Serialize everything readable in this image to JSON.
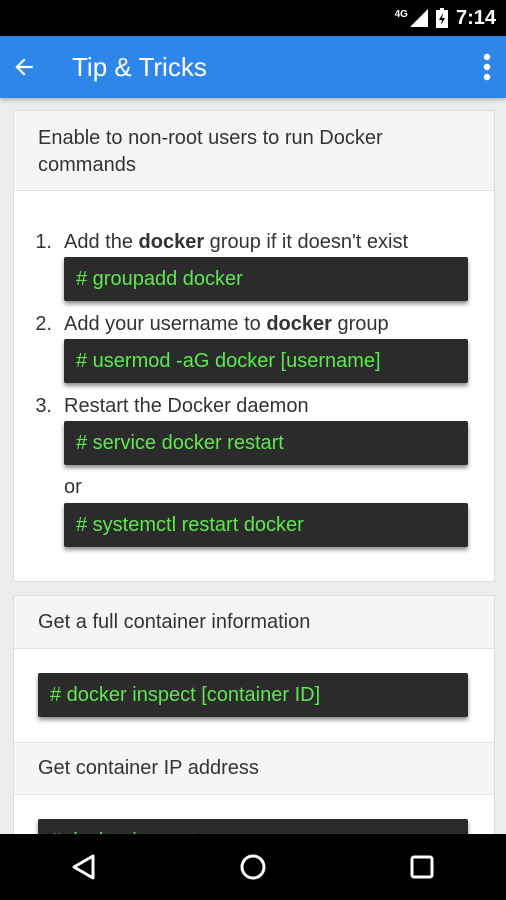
{
  "status_bar": {
    "network": "4G",
    "time": "7:14"
  },
  "app_bar": {
    "title": "Tip & Tricks"
  },
  "card1": {
    "title": "Enable to non-root users to run Docker commands",
    "steps": [
      {
        "number": "1.",
        "text_before": "Add the ",
        "bold": "docker",
        "text_after": " group if it doesn't exist",
        "commands": [
          "# groupadd docker"
        ]
      },
      {
        "number": "2.",
        "text_before": "Add your username to ",
        "bold": "docker",
        "text_after": " group",
        "commands": [
          "# usermod -aG docker [username]"
        ]
      },
      {
        "number": "3.",
        "text_before": "Restart the Docker daemon",
        "bold": "",
        "text_after": "",
        "commands": [
          "# service docker restart",
          "# systemctl restart docker"
        ]
      }
    ],
    "or_label": "or"
  },
  "card2": {
    "section1_title": "Get a full container information",
    "section1_command": "# docker inspect [container ID]",
    "section2_title": "Get container IP address",
    "section2_command": "# docker inspect"
  },
  "icons": {
    "back": "arrow-left",
    "menu": "more-vert",
    "nav_back": "triangle-back",
    "nav_home": "circle-home",
    "nav_recents": "square-recents"
  }
}
